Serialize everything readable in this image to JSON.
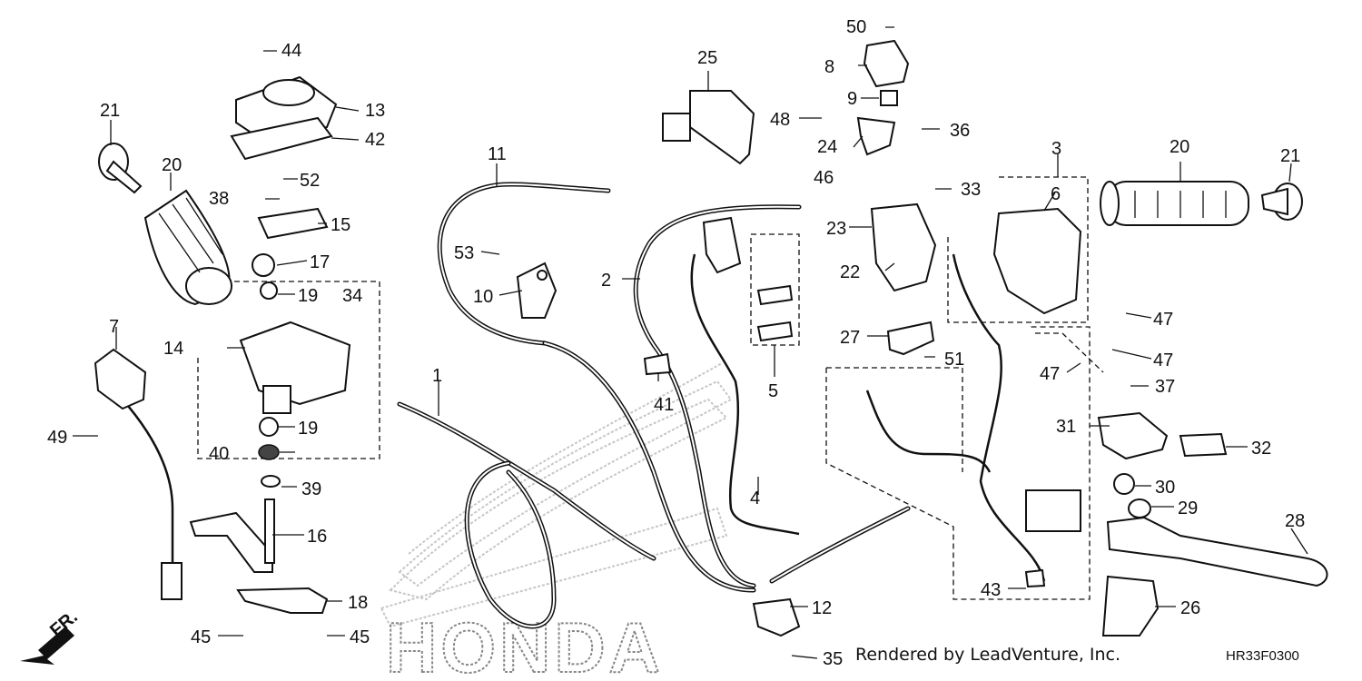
{
  "diagram": {
    "labels": [
      "50",
      "8",
      "9",
      "48",
      "36",
      "24",
      "33",
      "46",
      "23",
      "22",
      "27",
      "51",
      "25",
      "44",
      "13",
      "42",
      "52",
      "38",
      "15",
      "17",
      "19",
      "34",
      "14",
      "19",
      "40",
      "39",
      "16",
      "18",
      "45",
      "45",
      "21",
      "20",
      "7",
      "49",
      "11",
      "53",
      "10",
      "2",
      "1",
      "41",
      "5",
      "4",
      "3",
      "6",
      "20",
      "21",
      "47",
      "47",
      "47",
      "37",
      "31",
      "32",
      "30",
      "29",
      "28",
      "26",
      "43",
      "12",
      "35"
    ],
    "footer_text": "Rendered by LeadVenture, Inc.",
    "diagram_code": "HR33F0300",
    "direction_label": "FR.",
    "logo_text": "HONDA"
  }
}
